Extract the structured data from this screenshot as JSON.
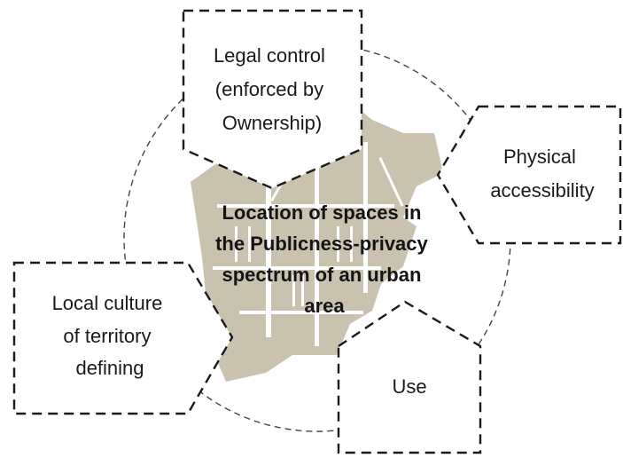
{
  "diagram": {
    "center": {
      "lines": [
        "Location of spaces in",
        "the Publicness-privacy",
        "spectrum of an urban",
        "area"
      ]
    },
    "boxes": {
      "legal": {
        "lines": [
          "Legal control",
          "(enforced by",
          "Ownership)"
        ]
      },
      "physical": {
        "lines": [
          "Physical",
          "accessibility"
        ]
      },
      "use": {
        "lines": [
          "Use"
        ]
      },
      "culture": {
        "lines": [
          "Local culture",
          "of territory",
          "defining"
        ]
      }
    },
    "colors": {
      "map_fill": "#c9c2ae",
      "box_stroke": "#1a1a1a",
      "circle_stroke": "#444444",
      "text": "#1a1a1a"
    }
  }
}
